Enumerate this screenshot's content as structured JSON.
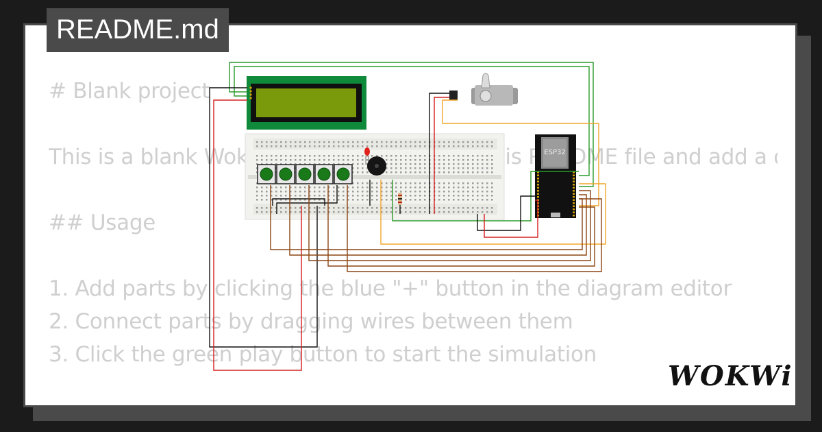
{
  "tab": {
    "filename": "README.md"
  },
  "readme": {
    "lines": [
      "# Blank project",
      "",
      "This is a blank Wokwi project. Please edit this README file and add a description of your project.",
      "",
      "## Usage",
      "",
      "1. Add parts by clicking the blue \"+\" button in the diagram editor",
      "2. Connect parts by dragging wires between them",
      "3. Click the green play button to start the simulation"
    ]
  },
  "diagram": {
    "board_label": "ESP32",
    "parts": [
      "lcd1602",
      "breadboard",
      "pushbutton",
      "pushbutton",
      "pushbutton",
      "pushbutton",
      "pushbutton",
      "led-red",
      "buzzer",
      "resistor",
      "servo",
      "esp32-devkit"
    ],
    "wire_colors": {
      "green": "#2a9b2a",
      "red": "#d42020",
      "black": "#111111",
      "orange": "#f2a52a",
      "brown": "#8b4513"
    }
  },
  "brand": {
    "logo_text": "WOKWi"
  }
}
